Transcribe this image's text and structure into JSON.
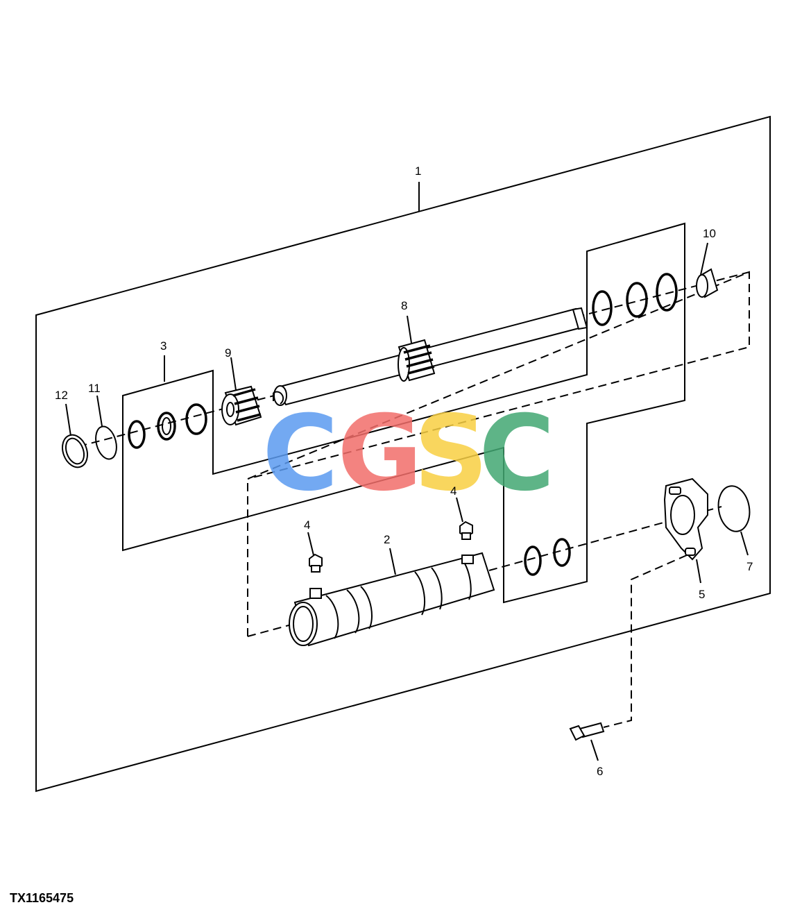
{
  "figure_id": "TX1165475",
  "watermark": {
    "letters": [
      "C",
      "G",
      "S",
      "C"
    ],
    "colors": [
      "#5b9bf0",
      "#f26e6a",
      "#f8cf43",
      "#42a873"
    ]
  },
  "callouts": [
    "1",
    "2",
    "3",
    "4",
    "4",
    "5",
    "6",
    "7",
    "8",
    "9",
    "10",
    "11",
    "12"
  ]
}
